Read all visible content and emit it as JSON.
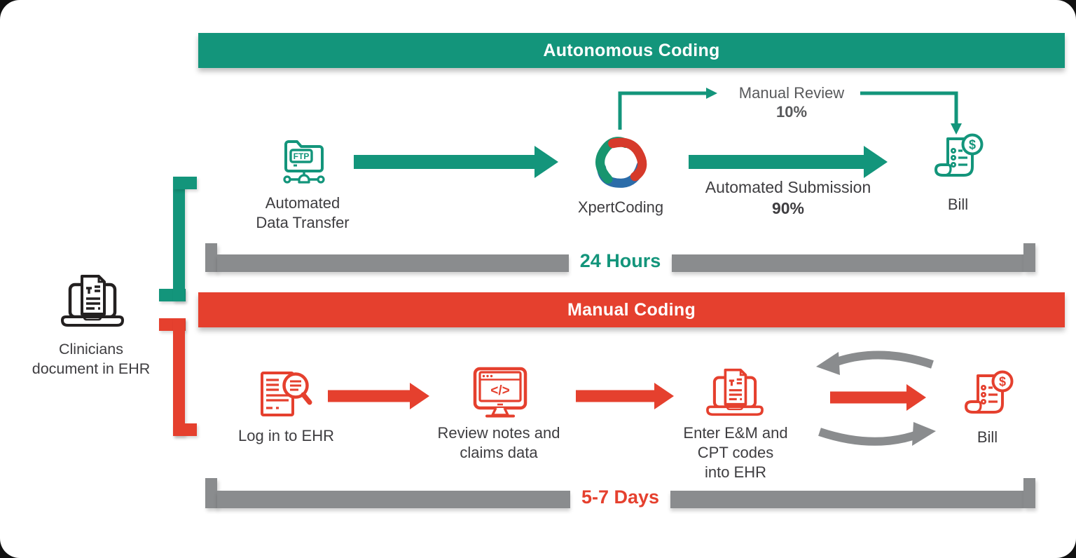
{
  "colors": {
    "green": "#13957B",
    "red": "#E5402E",
    "gray": "#8A8C8E",
    "blue": "#2B6CA9",
    "dark_text": "#3E3D40",
    "muted_text": "#58595B"
  },
  "ehr_source": {
    "icon": "laptop-document-icon",
    "lines": [
      "Clinicians",
      "document in EHR"
    ]
  },
  "autonomous": {
    "banner_label": "Autonomous Coding",
    "duration_label": "24 Hours",
    "steps": {
      "data_transfer": {
        "icon": "ftp-folder-icon",
        "ftp_label": "FTP",
        "lines": [
          "Automated",
          "Data Transfer"
        ]
      },
      "xpertcoding": {
        "icon": "xpertcoding-logo-icon",
        "label": "XpertCoding"
      },
      "bill": {
        "icon": "bill-dollar-icon",
        "label": "Bill"
      }
    },
    "manual_review": {
      "label": "Manual Review",
      "percent": "10%"
    },
    "automated_submission": {
      "label": "Automated Submission",
      "percent": "90%"
    }
  },
  "manual": {
    "banner_label": "Manual Coding",
    "duration_label": "5-7 Days",
    "steps": {
      "login": {
        "icon": "document-magnifier-icon",
        "lines": [
          "Log in to EHR"
        ]
      },
      "review": {
        "icon": "code-monitor-icon",
        "code_glyph": "</>",
        "lines": [
          "Review notes and",
          "claims data"
        ]
      },
      "enter_codes": {
        "icon": "laptop-document-icon",
        "lines": [
          "Enter E&M and",
          "CPT codes",
          "into EHR"
        ]
      },
      "bill": {
        "icon": "bill-dollar-icon",
        "label": "Bill"
      }
    }
  }
}
